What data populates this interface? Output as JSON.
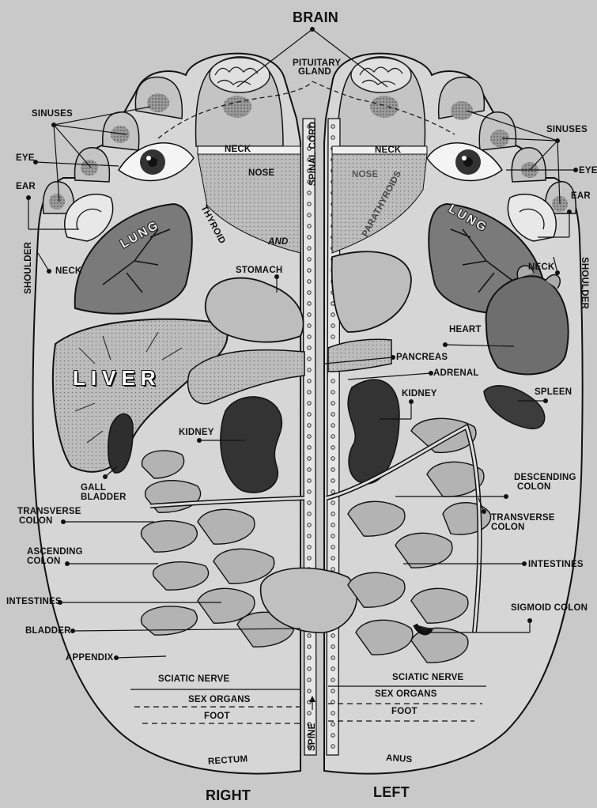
{
  "colors": {
    "background": "#c9c9c9",
    "foot_fill": "#d8d8d8",
    "organ_dark": "#3a3a3a",
    "organ_mid": "#8a8a8a",
    "ink": "#111111"
  },
  "labels": {
    "brain": "BRAIN",
    "pituitary": "PITUITARY",
    "gland": "GLAND",
    "spinal_cord": "SPINAL CORD",
    "sinuses_right": "SINUSES",
    "sinuses_left": "SINUSES",
    "eye_right": "EYE",
    "eye_left": "EYE",
    "ear_right": "EAR",
    "ear_left": "EAR",
    "shoulder_right": "SHOULDER",
    "shoulder_left": "SHOULDER",
    "neck_right_side": "NECK",
    "neck_left_side": "NECK",
    "neck_top_right": "NECK",
    "neck_top_left": "NECK",
    "nose_right": "NOSE",
    "nose_left": "NOSE",
    "thyroid": "THYROID",
    "parathyroids": "PARATHYROIDS",
    "and": "AND",
    "lung_right": "LUNG",
    "lung_left": "LUNG",
    "stomach": "STOMACH",
    "heart": "HEART",
    "pancreas": "PANCREAS",
    "adrenal": "ADRENAL",
    "kidney_left": "KIDNEY",
    "kidney_right": "KIDNEY",
    "spleen": "SPLEEN",
    "liver": "LIVER",
    "gall": "GALL",
    "bladder_gall": "BLADDER",
    "transverse_colon_right_1": "TRANSVERSE",
    "transverse_colon_right_2": "COLON",
    "transverse_colon_left_1": "TRANSVERSE",
    "transverse_colon_left_2": "COLON",
    "descending_colon_1": "DESCENDING",
    "descending_colon_2": "COLON",
    "ascending_colon_1": "ASCENDING",
    "ascending_colon_2": "COLON",
    "intestines_right": "INTESTINES",
    "intestines_left": "INTESTINES",
    "bladder": "BLADDER",
    "sigmoid_colon": "SIGMOID  COLON",
    "appendix": "APPENDIX",
    "sciatic_nerve_right": "SCIATIC NERVE",
    "sciatic_nerve_left": "SCIATIC NERVE",
    "sex_organs_right": "SEX ORGANS",
    "sex_organs_left": "SEX ORGANS",
    "foot_right": "FOOT",
    "foot_left": "FOOT",
    "rectum": "RECTUM",
    "anus": "ANUS",
    "spine": "SPINE",
    "right": "RIGHT",
    "left": "LEFT"
  }
}
